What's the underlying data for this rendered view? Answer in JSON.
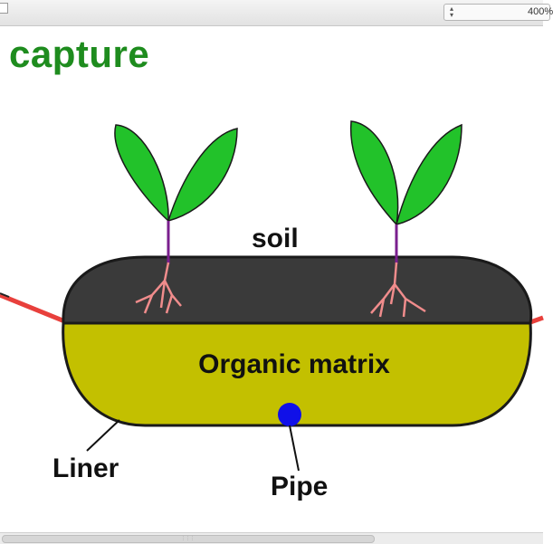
{
  "toolbar": {
    "zoom_value": "400%"
  },
  "slide": {
    "title": "capture"
  },
  "diagram": {
    "labels": {
      "soil": "soil",
      "organic_matrix": "Organic matrix",
      "liner": "Liner",
      "pipe": "Pipe"
    },
    "colors": {
      "soil": "#3a3a3a",
      "organic_matrix": "#c3c000",
      "leaf": "#22c22a",
      "stem": "#7a1f8e",
      "roots": "#f08c8c",
      "pipe": "#1010e8",
      "liner_edge": "#e8403c"
    }
  }
}
